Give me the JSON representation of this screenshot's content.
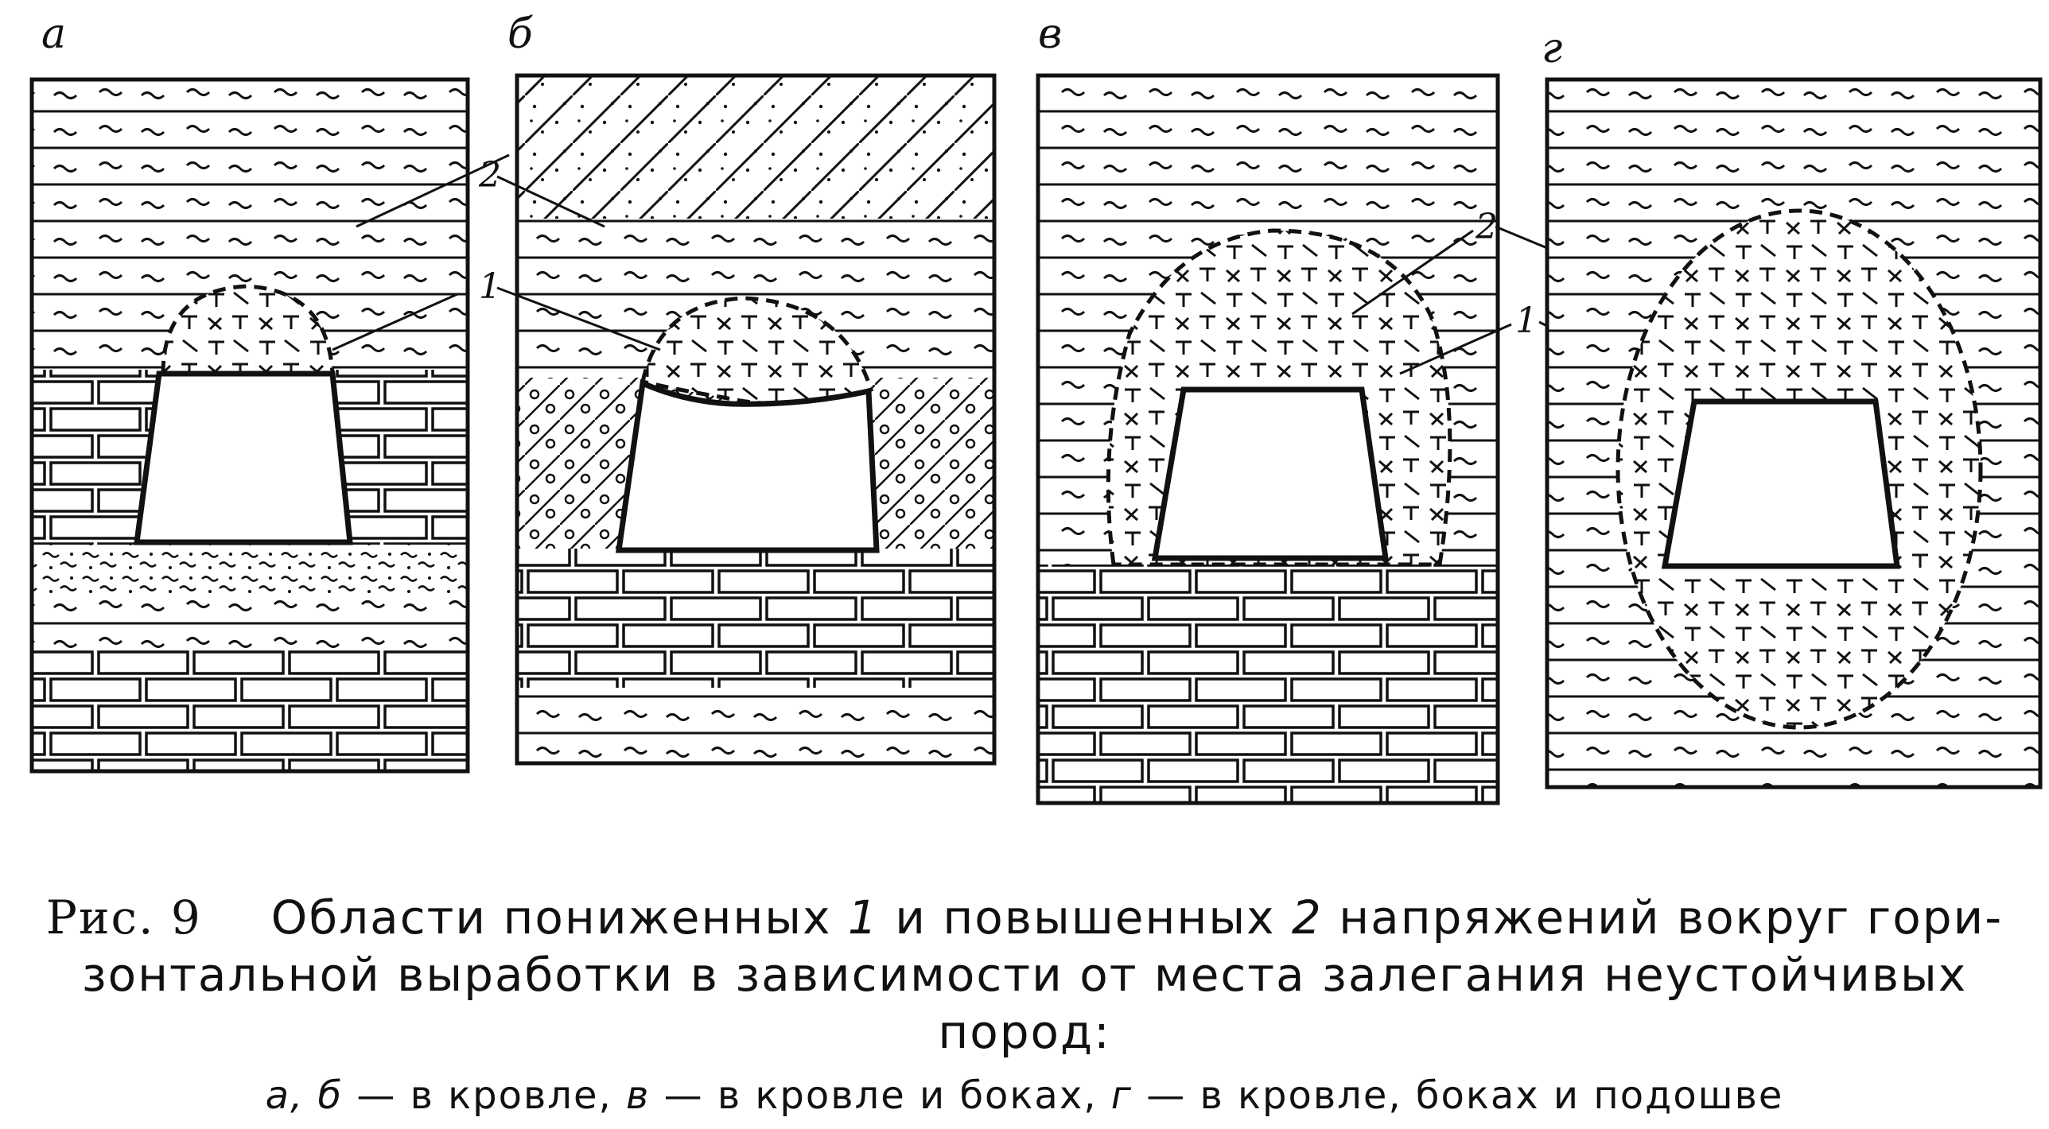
{
  "figure": {
    "panels": [
      {
        "letter": "а",
        "labels": []
      },
      {
        "letter": "б",
        "labels": [
          "2",
          "1"
        ]
      },
      {
        "letter": "в",
        "labels": [
          "2",
          "1"
        ]
      },
      {
        "letter": "г",
        "labels": []
      }
    ]
  },
  "caption": {
    "fig_label": "Рис. 9",
    "line1_a": "Области пониженных",
    "line1_n1": "1",
    "line1_b": "и повышенных",
    "line1_n2": "2",
    "line1_c": "напряжений вокруг гори-",
    "line2": "зонтальной выработки в зависимости от места залегания неустойчивых",
    "line3": "пород:",
    "legend": {
      "a_b": "а, б",
      "a_b_text": "— в кровле,",
      "v": "в",
      "v_text": "— в кровле и боках,",
      "g": "г",
      "g_text": "— в кровле, боках и подошве"
    }
  }
}
